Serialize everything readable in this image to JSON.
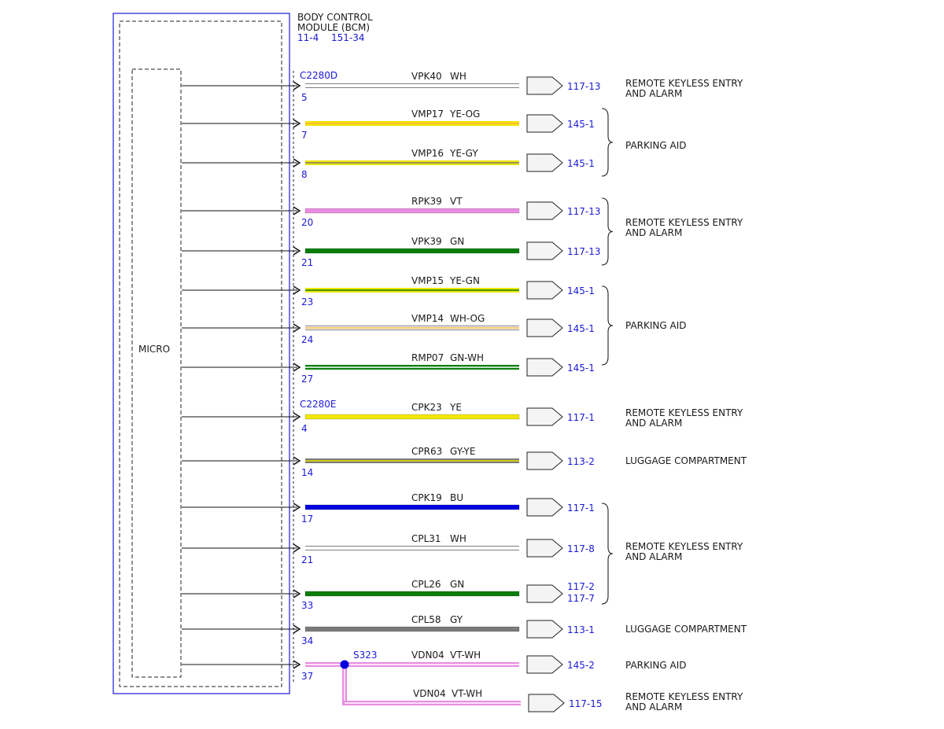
{
  "module": {
    "title_line1": "BODY CONTROL",
    "title_line2": "MODULE (BCM)",
    "ref1": "11-4",
    "ref2": "151-34",
    "micro_label": "MICRO"
  },
  "connectors": [
    "C2280D",
    "C2280E"
  ],
  "splice": {
    "label": "S323"
  },
  "colors": {
    "module_border": "#1a1ad6",
    "link_text": "#1a1ad6",
    "WH": "#ffffff",
    "YE": "#f0e600",
    "OG": "#ffb040",
    "GY": "#7a7a7a",
    "VT": "#e88ee0",
    "GN": "#0b7d0b",
    "BU": "#0000e0"
  },
  "circuits": [
    {
      "pin": "5",
      "connector": "C2280D",
      "circuit": "VPK40",
      "color": "WH",
      "ref": "117-13"
    },
    {
      "pin": "7",
      "circuit": "VMP17",
      "color": "YE-OG",
      "ref": "145-1"
    },
    {
      "pin": "8",
      "circuit": "VMP16",
      "color": "YE-GY",
      "ref": "145-1"
    },
    {
      "pin": "20",
      "circuit": "RPK39",
      "color": "VT",
      "ref": "117-13"
    },
    {
      "pin": "21",
      "circuit": "VPK39",
      "color": "GN",
      "ref": "117-13"
    },
    {
      "pin": "23",
      "circuit": "VMP15",
      "color": "YE-GN",
      "ref": "145-1"
    },
    {
      "pin": "24",
      "circuit": "VMP14",
      "color": "WH-OG",
      "ref": "145-1"
    },
    {
      "pin": "27",
      "circuit": "RMP07",
      "color": "GN-WH",
      "ref": "145-1"
    },
    {
      "pin": "4",
      "connector": "C2280E",
      "circuit": "CPK23",
      "color": "YE",
      "ref": "117-1"
    },
    {
      "pin": "14",
      "circuit": "CPR63",
      "color": "GY-YE",
      "ref": "113-2"
    },
    {
      "pin": "17",
      "circuit": "CPK19",
      "color": "BU",
      "ref": "117-1"
    },
    {
      "pin": "21",
      "circuit": "CPL31",
      "color": "WH",
      "ref": "117-8"
    },
    {
      "pin": "33",
      "circuit": "CPL26",
      "color": "GN",
      "ref": "117-2",
      "ref2": "117-7"
    },
    {
      "pin": "34",
      "circuit": "CPL58",
      "color": "GY",
      "ref": "113-1"
    },
    {
      "pin": "37",
      "circuit": "VDN04",
      "color": "VT-WH",
      "ref": "145-2"
    },
    {
      "pin": "",
      "circuit": "VDN04",
      "color": "VT-WH",
      "ref": "117-15"
    }
  ],
  "destinations": [
    {
      "line1": "REMOTE KEYLESS ENTRY",
      "line2": "AND ALARM"
    },
    {
      "line1": "PARKING AID",
      "line2": ""
    },
    {
      "line1": "REMOTE KEYLESS ENTRY",
      "line2": "AND ALARM"
    },
    {
      "line1": "PARKING AID",
      "line2": ""
    },
    {
      "line1": "REMOTE KEYLESS ENTRY",
      "line2": "AND ALARM"
    },
    {
      "line1": "LUGGAGE COMPARTMENT",
      "line2": ""
    },
    {
      "line1": "REMOTE KEYLESS ENTRY",
      "line2": "AND ALARM"
    },
    {
      "line1": "LUGGAGE COMPARTMENT",
      "line2": ""
    },
    {
      "line1": "PARKING AID",
      "line2": ""
    },
    {
      "line1": "REMOTE KEYLESS ENTRY",
      "line2": "AND ALARM"
    }
  ]
}
